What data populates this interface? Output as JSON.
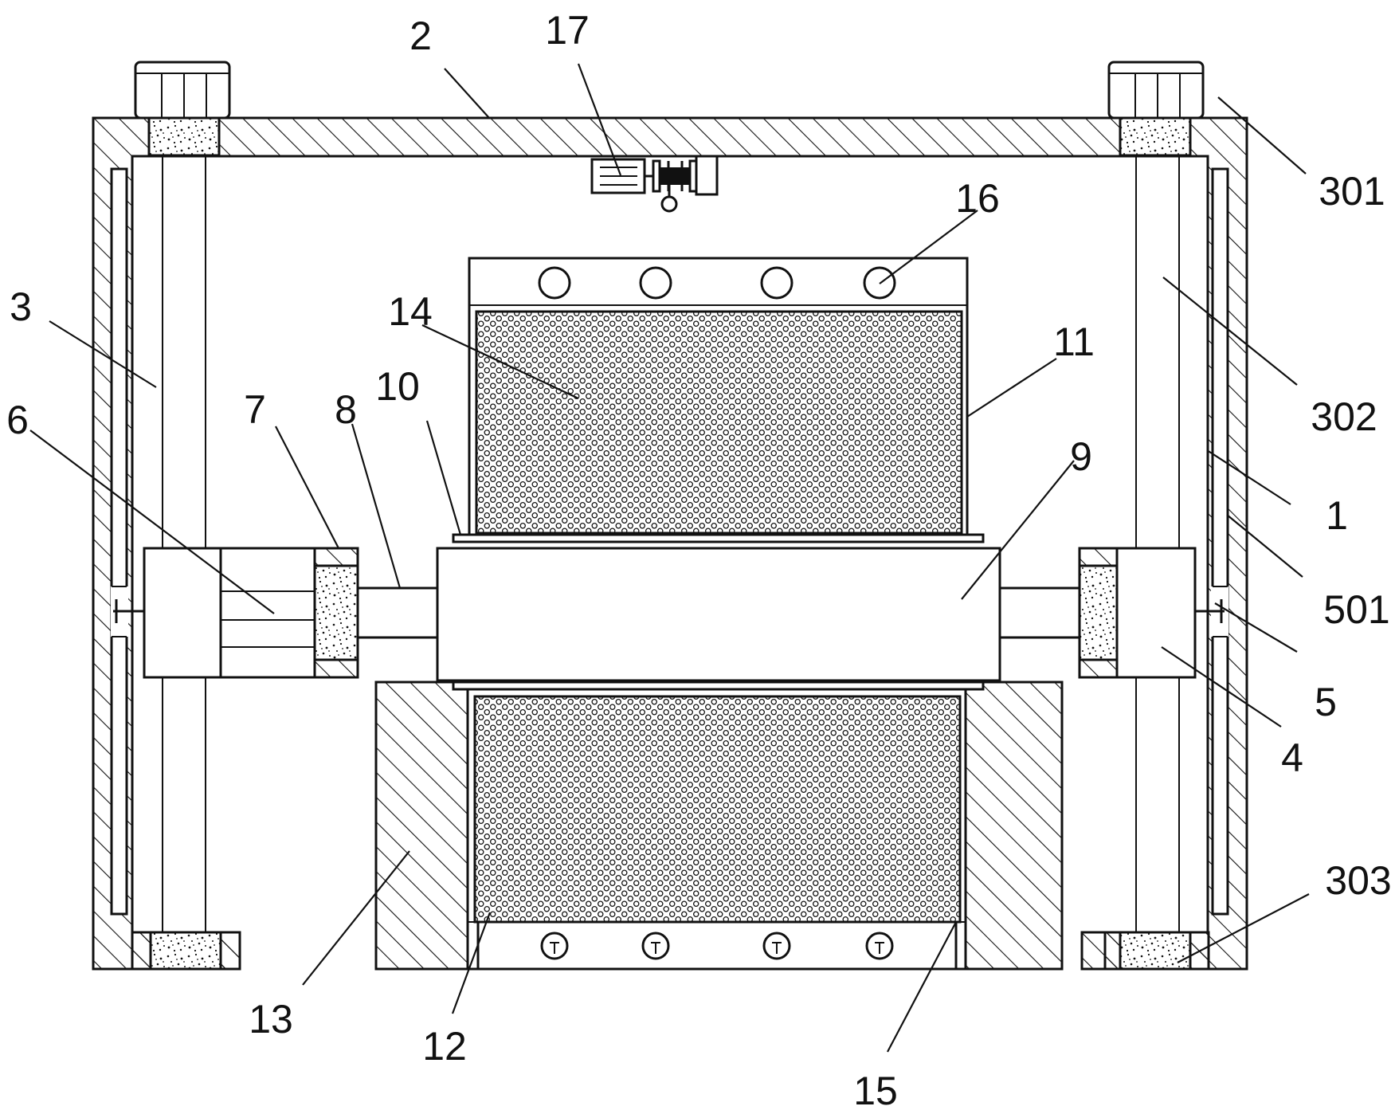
{
  "labels": {
    "n1": "1",
    "n2": "2",
    "n3": "3",
    "n4": "4",
    "n5": "5",
    "n6": "6",
    "n7": "7",
    "n8": "8",
    "n9": "9",
    "n10": "10",
    "n11": "11",
    "n12": "12",
    "n13": "13",
    "n14": "14",
    "n15": "15",
    "n16": "16",
    "n17": "17",
    "n301": "301",
    "n302": "302",
    "n303": "303",
    "n501": "501"
  },
  "colors": {
    "line": "#111111",
    "background": "#ffffff"
  }
}
